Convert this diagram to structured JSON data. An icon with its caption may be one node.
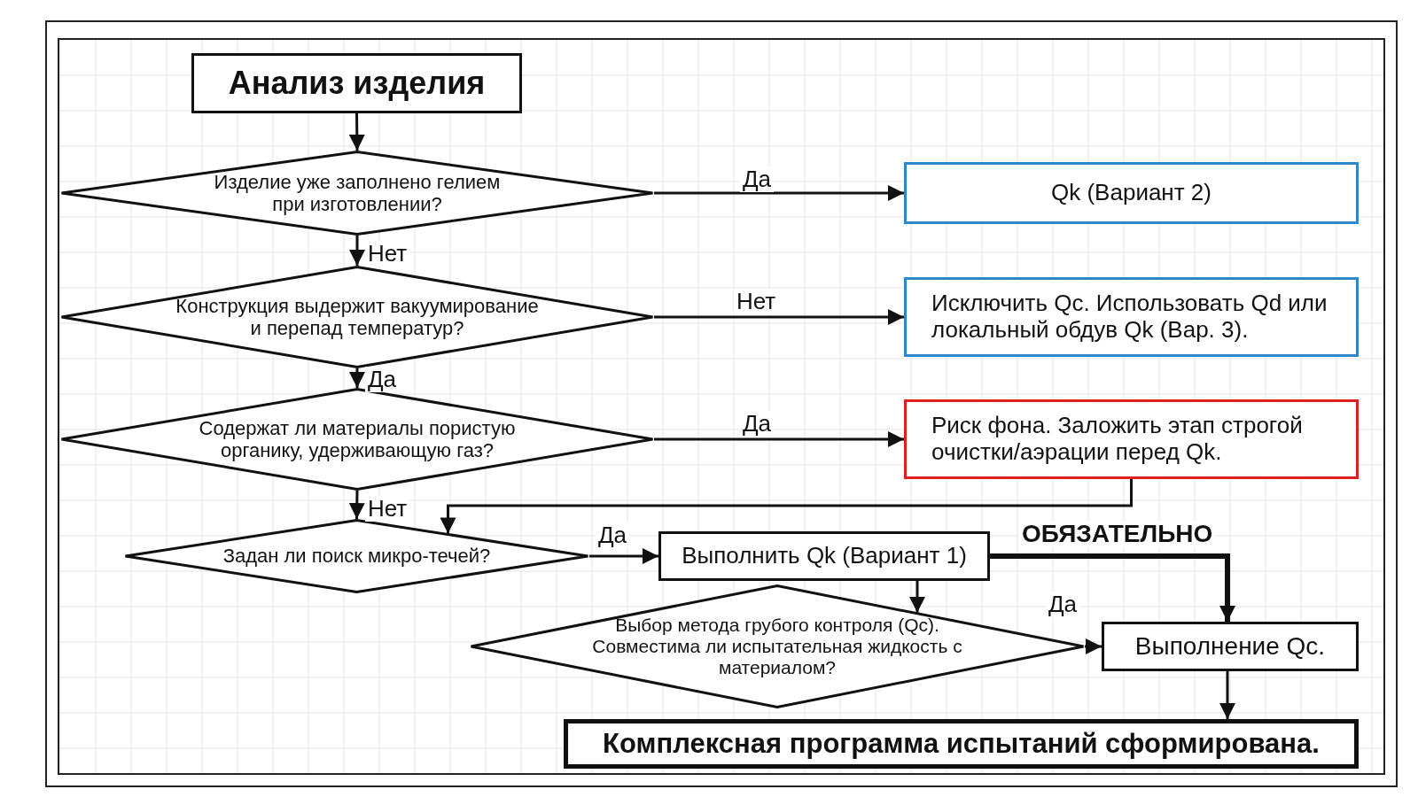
{
  "diagram": {
    "nodes": [
      {
        "text": [
          "Анализ изделия"
        ]
      },
      {
        "text": [
          "Изделие уже заполнено гелием при изготовлении?"
        ]
      },
      {
        "text": [
          "Qk (Вариант 2)"
        ]
      },
      {
        "text": [
          "Конструкция выдержит вакуумирование и перепад температур?"
        ]
      },
      {
        "text": [
          "Исключить Qc. Использовать Qd или локальный обдув Qk (Вар. 3)."
        ]
      },
      {
        "text": [
          "Содержат ли материалы пористую органику, удерживающую газ?"
        ]
      },
      {
        "text": [
          "Риск фона. Заложить этап строгой очистки/аэрации перед Qk."
        ]
      },
      {
        "text": [
          "Задан ли поиск микро-течей?"
        ]
      },
      {
        "text": [
          "Выполнить Qk (Вариант 1)"
        ]
      },
      {
        "text": [
          "Выбор метода грубого контроля (Qc). Совместима ли испытательная жидкость с материалом?"
        ]
      },
      {
        "text": [
          "Выполнение Qc."
        ]
      },
      {
        "text": [
          "Комплексная программа испытаний сформирована."
        ]
      }
    ],
    "edges": [
      {
        "from": 0,
        "to": 1,
        "arrow": "to"
      },
      {
        "from": 1,
        "to": 2,
        "arrow": "to",
        "label": "Да"
      },
      {
        "from": 1,
        "to": 3,
        "arrow": "to",
        "label": "Нет"
      },
      {
        "from": 3,
        "to": 4,
        "arrow": "to",
        "label": "Нет"
      },
      {
        "from": 3,
        "to": 5,
        "arrow": "to",
        "label": "Да"
      },
      {
        "from": 5,
        "to": 6,
        "arrow": "to",
        "label": "Да"
      },
      {
        "from": 5,
        "to": 7,
        "arrow": "to",
        "label": "Нет"
      },
      {
        "from": 6,
        "to": 7,
        "arrow": "to"
      },
      {
        "from": 7,
        "to": 8,
        "arrow": "to",
        "label": "Да"
      },
      {
        "from": 8,
        "to": 9,
        "arrow": "to"
      },
      {
        "from": 8,
        "to": 10,
        "arrow": "to",
        "label": "ОБЯЗАТЕЛЬНО",
        "style": "thick"
      },
      {
        "from": 9,
        "to": 10,
        "arrow": "to",
        "label": "Да"
      },
      {
        "from": 10,
        "to": 11,
        "arrow": "to"
      }
    ]
  }
}
